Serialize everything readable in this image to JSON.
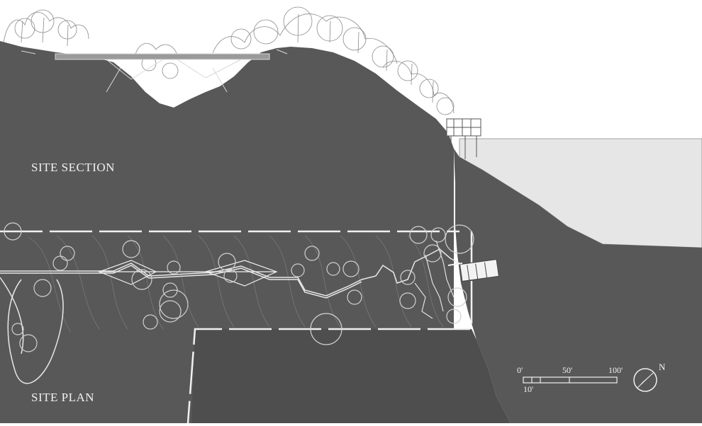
{
  "labels": {
    "site_section": "SITE SECTION",
    "site_plan": "SITE PLAN"
  },
  "scale_bar": {
    "zero": "0'",
    "fifty": "50'",
    "hundred": "100'",
    "ten": "10'"
  },
  "north_arrow": {
    "letter": "N",
    "icon": "north-arrow-icon"
  },
  "colors": {
    "ground": "#585858",
    "water": "#e6e6e6",
    "sky": "#ffffff",
    "linework": "#dcdcdc"
  }
}
